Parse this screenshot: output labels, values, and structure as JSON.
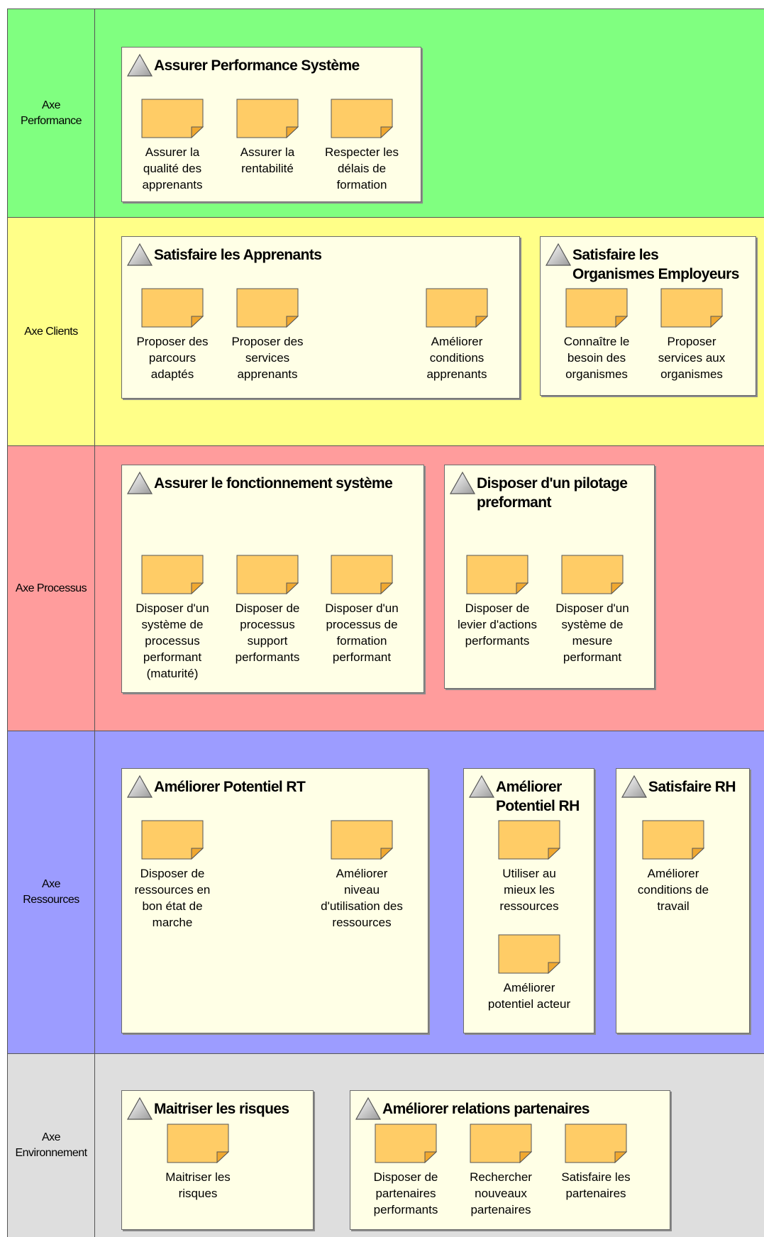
{
  "colors": {
    "performance": "#80ff80",
    "clients": "#ffff88",
    "processus": "#ff9c9c",
    "ressources": "#9c9cff",
    "environnement": "#dedede",
    "group_fill": "#ffffe6",
    "note_fill": "#ffcc66"
  },
  "lanes": [
    {
      "label": "Axe\nPerformance"
    },
    {
      "label": "Axe Clients"
    },
    {
      "label": "Axe Processus"
    },
    {
      "label": "Axe\nRessources"
    },
    {
      "label": "Axe\nEnvironnement"
    }
  ],
  "groups": [
    {
      "title": "Assurer Performance Système",
      "icon": "triangle-icon",
      "goals": [
        {
          "label": "Assurer la\nqualité des\napprenants",
          "icon": "note-icon"
        },
        {
          "label": "Assurer la\nrentabilité",
          "icon": "note-icon"
        },
        {
          "label": "Respecter les\ndélais de\nformation",
          "icon": "note-icon"
        }
      ]
    },
    {
      "title": "Satisfaire les Apprenants",
      "icon": "triangle-icon",
      "goals": [
        {
          "label": "Proposer des\nparcours\nadaptés",
          "icon": "note-icon"
        },
        {
          "label": "Proposer des\nservices\napprenants",
          "icon": "note-icon"
        },
        {
          "label": "Améliorer\nconditions\napprenants",
          "icon": "note-icon"
        }
      ]
    },
    {
      "title": "Satisfaire les\nOrganismes Employeurs",
      "icon": "triangle-icon",
      "goals": [
        {
          "label": "Connaître le\nbesoin des\norganismes",
          "icon": "note-icon"
        },
        {
          "label": "Proposer\nservices aux\norganismes",
          "icon": "note-icon"
        }
      ]
    },
    {
      "title": "Assurer le fonctionnement système",
      "icon": "triangle-icon",
      "goals": [
        {
          "label": "Disposer d'un\nsystème de\nprocessus\nperformant\n(maturité)",
          "icon": "note-icon"
        },
        {
          "label": "Disposer de\nprocessus\nsupport\nperformants",
          "icon": "note-icon"
        },
        {
          "label": "Disposer d'un\nprocessus de\nformation\nperformant",
          "icon": "note-icon"
        }
      ]
    },
    {
      "title": "Disposer d'un pilotage\npreformant",
      "icon": "triangle-icon",
      "goals": [
        {
          "label": "Disposer de\nlevier d'actions\nperformants",
          "icon": "note-icon"
        },
        {
          "label": "Disposer d'un\nsystème de\nmesure\nperformant",
          "icon": "note-icon"
        }
      ]
    },
    {
      "title": "Améliorer Potentiel RT",
      "icon": "triangle-icon",
      "goals": [
        {
          "label": "Disposer de\nressources en\nbon état de\nmarche",
          "icon": "note-icon"
        },
        {
          "label": "Améliorer\nniveau\nd'utilisation des\nressources",
          "icon": "note-icon"
        }
      ]
    },
    {
      "title": "Améliorer\nPotentiel RH",
      "icon": "triangle-icon",
      "goals": [
        {
          "label": "Utiliser au\nmieux les\nressources",
          "icon": "note-icon"
        },
        {
          "label": "Améliorer\npotentiel acteur",
          "icon": "note-icon"
        }
      ]
    },
    {
      "title": "Satisfaire RH",
      "icon": "triangle-icon",
      "goals": [
        {
          "label": "Améliorer\nconditions de\ntravail",
          "icon": "note-icon"
        }
      ]
    },
    {
      "title": "Maitriser les risques",
      "icon": "triangle-icon",
      "goals": [
        {
          "label": "Maitriser les\nrisques",
          "icon": "note-icon"
        }
      ]
    },
    {
      "title": "Améliorer relations partenaires",
      "icon": "triangle-icon",
      "goals": [
        {
          "label": "Disposer de\npartenaires\nperformants",
          "icon": "note-icon"
        },
        {
          "label": "Rechercher\nnouveaux\npartenaires",
          "icon": "note-icon"
        },
        {
          "label": "Satisfaire les\npartenaires",
          "icon": "note-icon"
        }
      ]
    }
  ]
}
